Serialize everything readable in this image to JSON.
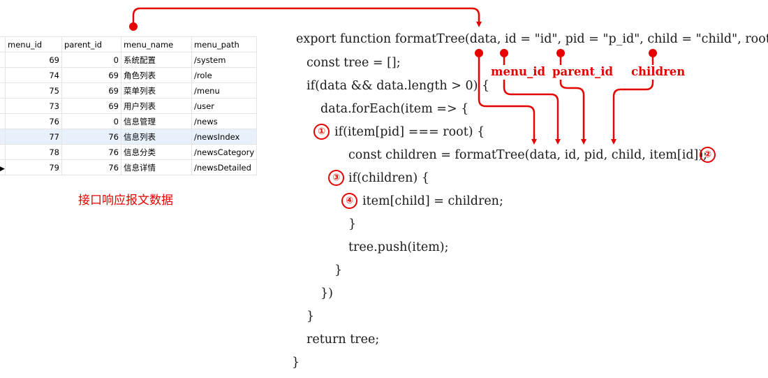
{
  "table": {
    "columns": [
      "menu_id",
      "parent_id",
      "menu_name",
      "menu_path"
    ],
    "rows": [
      {
        "menu_id": "69",
        "parent_id": "0",
        "menu_name": "系统配置",
        "menu_path": "/system"
      },
      {
        "menu_id": "74",
        "parent_id": "69",
        "menu_name": "角色列表",
        "menu_path": "/role"
      },
      {
        "menu_id": "75",
        "parent_id": "69",
        "menu_name": "菜单列表",
        "menu_path": "/menu"
      },
      {
        "menu_id": "73",
        "parent_id": "69",
        "menu_name": "用户列表",
        "menu_path": "/user"
      },
      {
        "menu_id": "76",
        "parent_id": "0",
        "menu_name": "信息管理",
        "menu_path": "/news"
      },
      {
        "menu_id": "77",
        "parent_id": "76",
        "menu_name": "信息列表",
        "menu_path": "/newsIndex"
      },
      {
        "menu_id": "78",
        "parent_id": "76",
        "menu_name": "信息分类",
        "menu_path": "/newsCategory"
      },
      {
        "menu_id": "79",
        "parent_id": "76",
        "menu_name": "信息详情",
        "menu_path": "/newsDetailed"
      }
    ],
    "caption": "接口响应报文数据"
  },
  "code": {
    "lines": [
      "export function formatTree(data, id = \"id\", pid = \"p_id\", child = \"child\", root){",
      "const tree = [];",
      "if(data && data.length > 0) {",
      "data.forEach(item => {",
      "if(item[pid] === root) {",
      "const children = formatTree(data, id, pid, child, item[id]);",
      "if(children) {",
      "item[child] = children;",
      "}",
      "tree.push(item);",
      "}",
      "})",
      "}",
      "return tree;",
      "}"
    ]
  },
  "markers": [
    "①",
    "②",
    "③",
    "④"
  ],
  "param_labels": [
    "menu_id",
    "parent_id",
    "children"
  ],
  "colors": {
    "accent": "#e60000",
    "code_text": "#1a1a1a",
    "selected_row": "#e8f1fb"
  }
}
